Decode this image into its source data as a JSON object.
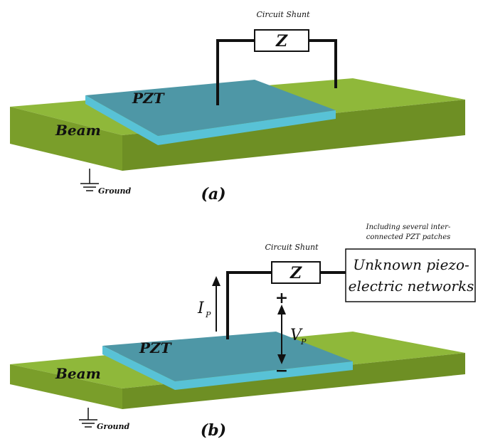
{
  "colors": {
    "beam_top": "#8fb83a",
    "beam_front": "#7a9e2a",
    "beam_side": "#6e8f24",
    "pzt_top": "#4e97a6",
    "pzt_front": "#58c2d6",
    "wire": "#111111"
  },
  "panel_a": {
    "shunt_label": "Circuit Shunt",
    "impedance": "Z",
    "pzt_label": "PZT",
    "beam_label": "Beam",
    "ground_label": "Ground",
    "caption": "(a)"
  },
  "panel_b": {
    "note_line1": "Including several inter-",
    "note_line2": "connected PZT patches",
    "shunt_label": "Circuit Shunt",
    "impedance": "Z",
    "network_line1": "Unknown piezo-",
    "network_line2": "electric networks",
    "current_symbol": "I",
    "current_subscript": "P",
    "voltage_symbol": "V",
    "voltage_subscript": "P",
    "plus": "+",
    "minus": "−",
    "pzt_label": "PZT",
    "beam_label": "Beam",
    "ground_label": "Ground",
    "caption": "(b)"
  }
}
